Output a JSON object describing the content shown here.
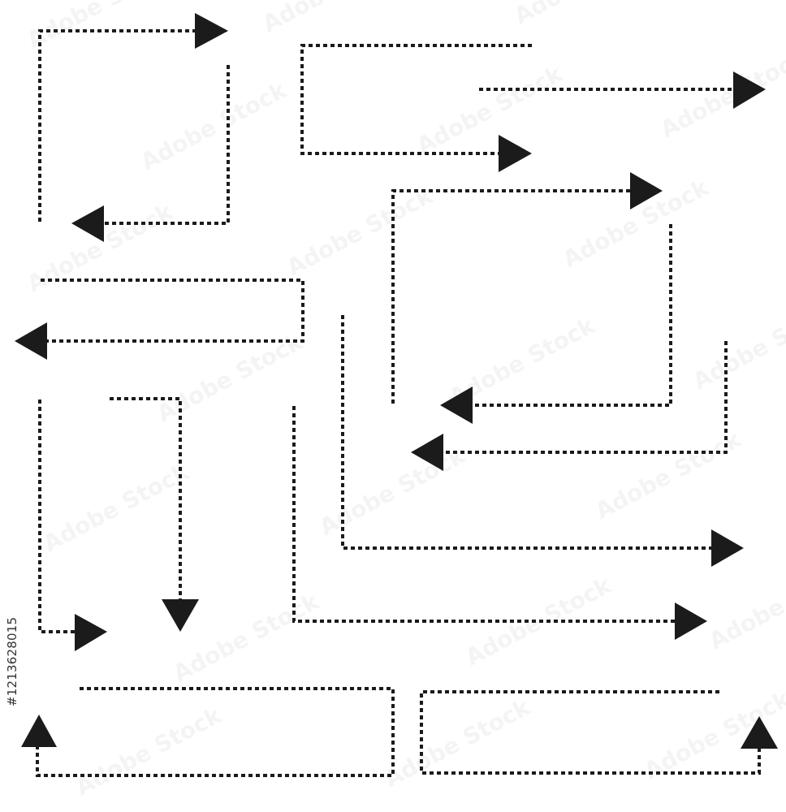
{
  "image": {
    "stock_id_prefix": "#",
    "stock_id": "1213628015",
    "watermark_logo": "Adobe Stock"
  },
  "colors": {
    "background": "#ffffff",
    "arrow": "#1b1b1b",
    "watermark": "rgba(0,0,0,0.045)"
  },
  "arrows": [
    {
      "id": "a1",
      "direction": "right"
    },
    {
      "id": "a2",
      "direction": "left"
    },
    {
      "id": "a3",
      "direction": "right"
    },
    {
      "id": "a4",
      "direction": "right"
    },
    {
      "id": "a5",
      "direction": "right"
    },
    {
      "id": "a6",
      "direction": "left"
    },
    {
      "id": "a7",
      "direction": "left"
    },
    {
      "id": "a8",
      "direction": "left"
    },
    {
      "id": "a9",
      "direction": "down"
    },
    {
      "id": "a10",
      "direction": "right"
    },
    {
      "id": "a11",
      "direction": "right"
    },
    {
      "id": "a12",
      "direction": "right"
    },
    {
      "id": "a13",
      "direction": "up"
    },
    {
      "id": "a14",
      "direction": "up"
    }
  ]
}
